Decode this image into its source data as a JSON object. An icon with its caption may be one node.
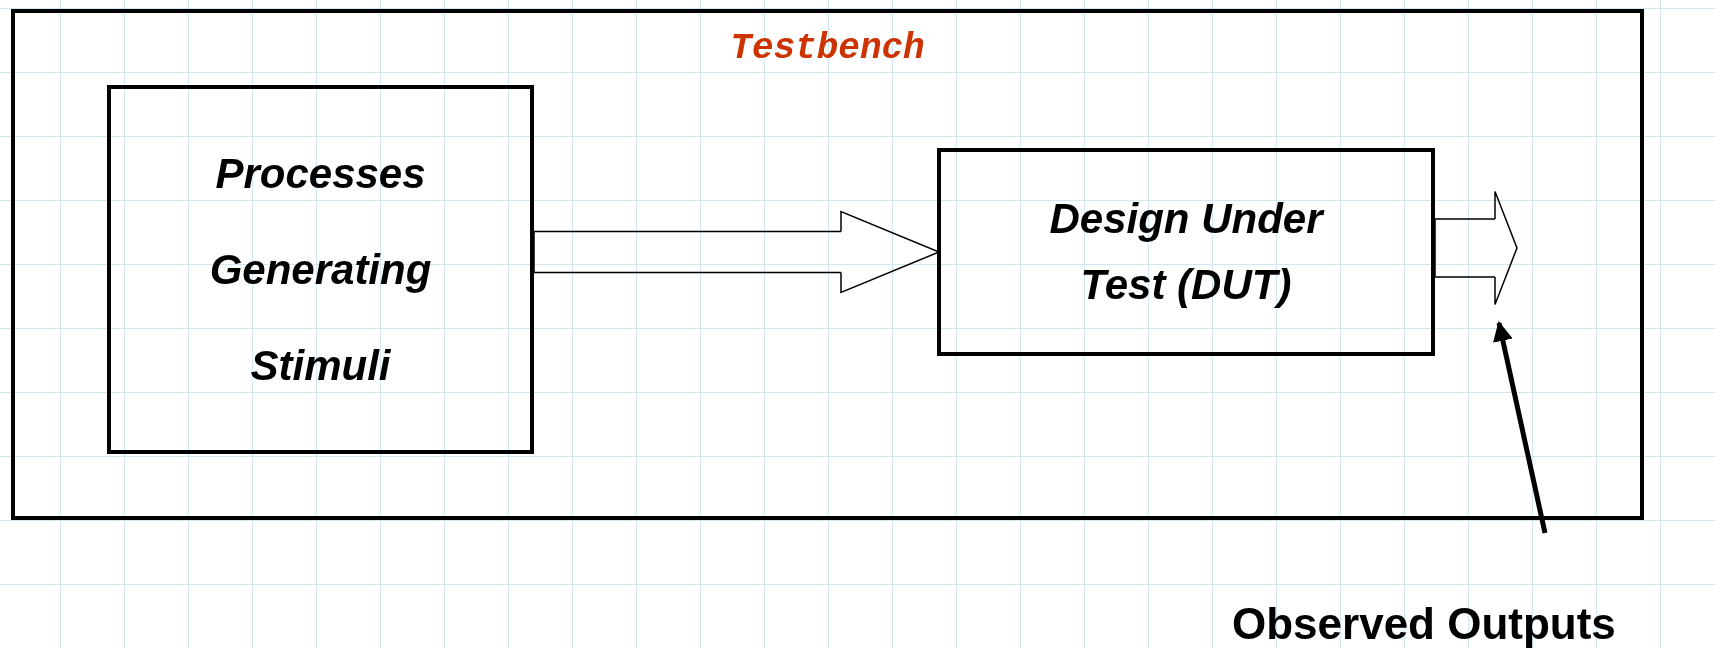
{
  "diagram": {
    "nodes": [
      {
        "text": [
          "Testbench"
        ]
      },
      {
        "text": [
          "Processes Generating Stimuli"
        ],
        "in": 0
      },
      {
        "text": [
          "Design Under Test (DUT)"
        ],
        "in": 0
      },
      {
        "text": [
          "Observed Outputs"
        ]
      }
    ],
    "edges": [
      {
        "from": 1,
        "to": 2,
        "arrow": "to"
      },
      {
        "from": 2,
        "to": null,
        "arrow": "to"
      },
      {
        "from": 3,
        "to": null,
        "arrow": "to",
        "style": "thick"
      }
    ]
  }
}
